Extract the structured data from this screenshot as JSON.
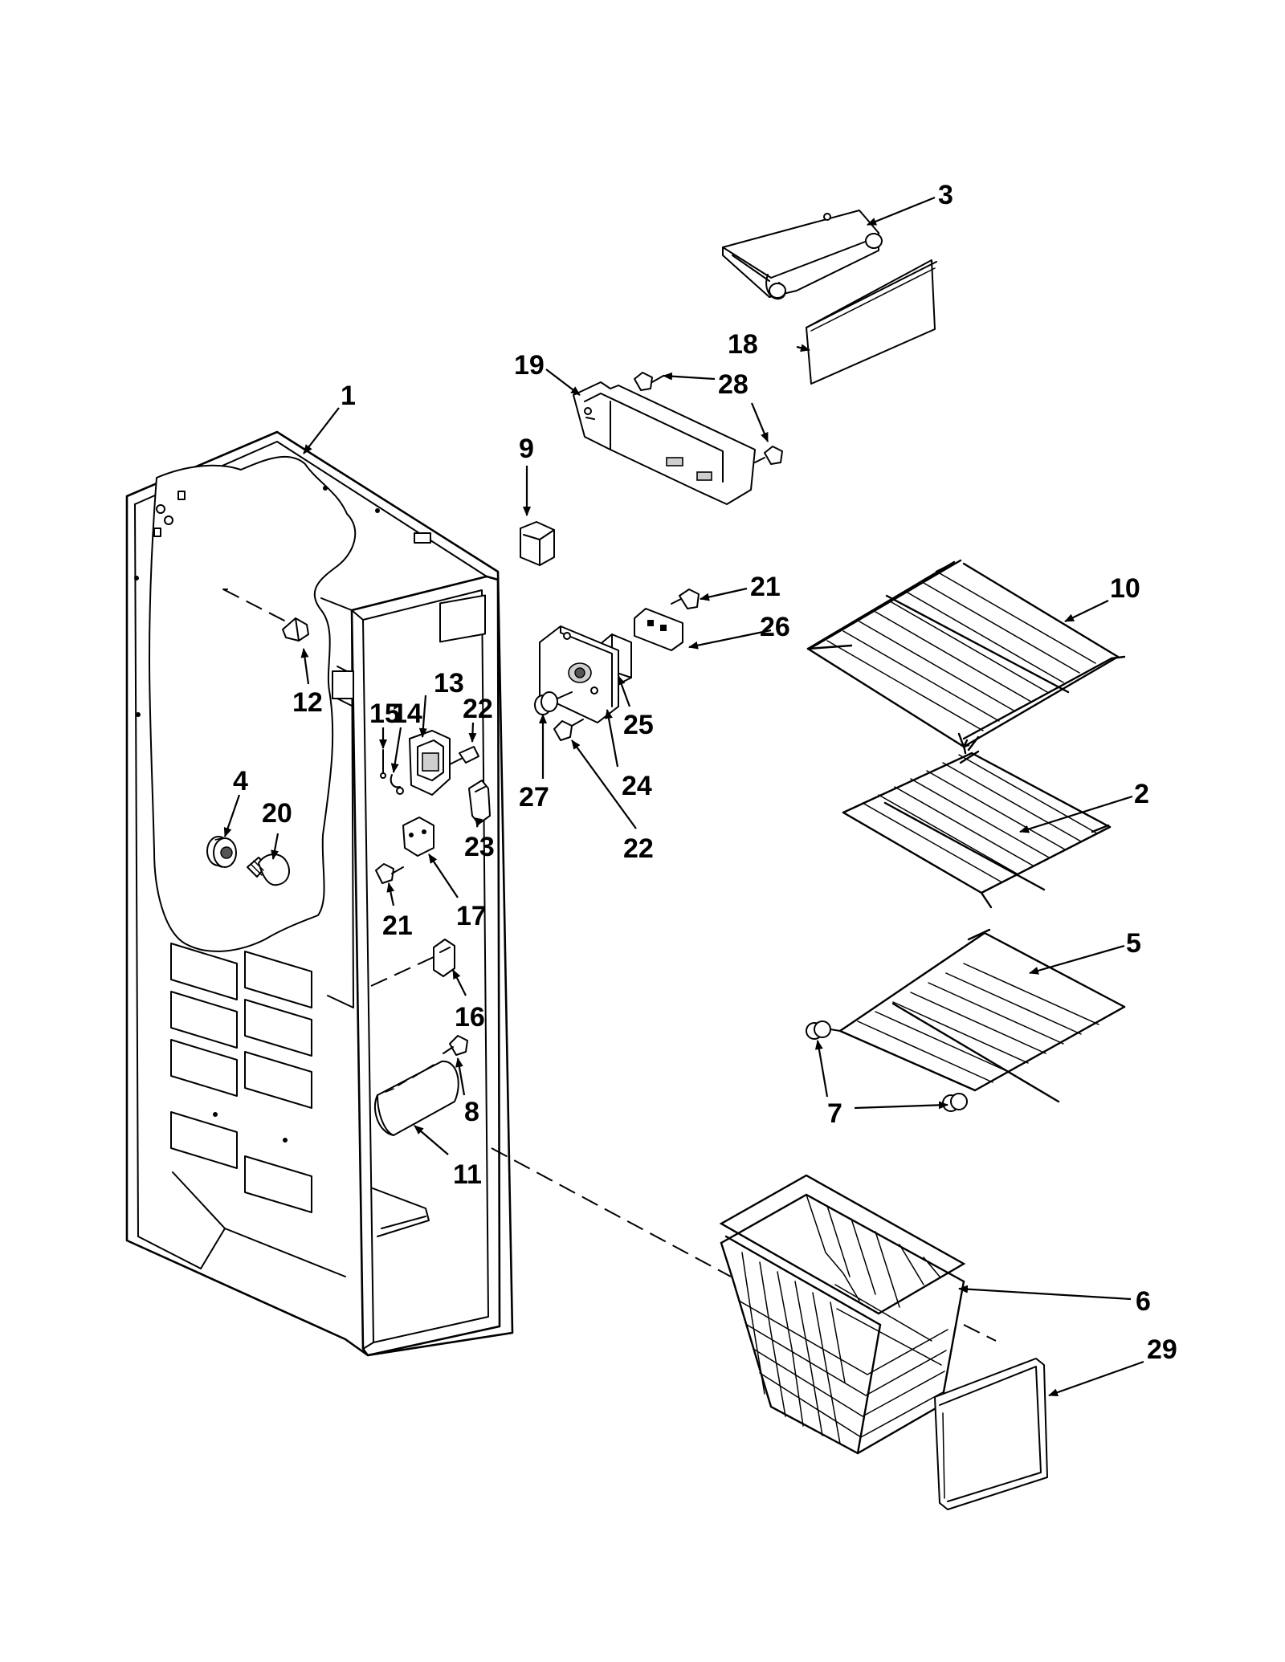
{
  "diagram": {
    "parts": [
      {
        "id": "1",
        "label": "1"
      },
      {
        "id": "2",
        "label": "2"
      },
      {
        "id": "3",
        "label": "3"
      },
      {
        "id": "4",
        "label": "4"
      },
      {
        "id": "5",
        "label": "5"
      },
      {
        "id": "6",
        "label": "6"
      },
      {
        "id": "7",
        "label": "7"
      },
      {
        "id": "8",
        "label": "8"
      },
      {
        "id": "9",
        "label": "9"
      },
      {
        "id": "10",
        "label": "10"
      },
      {
        "id": "11",
        "label": "11"
      },
      {
        "id": "12",
        "label": "12"
      },
      {
        "id": "13",
        "label": "13"
      },
      {
        "id": "14",
        "label": "14"
      },
      {
        "id": "15",
        "label": "15"
      },
      {
        "id": "16",
        "label": "16"
      },
      {
        "id": "17",
        "label": "17"
      },
      {
        "id": "18",
        "label": "18"
      },
      {
        "id": "19",
        "label": "19"
      },
      {
        "id": "20",
        "label": "20"
      },
      {
        "id": "21a",
        "label": "21"
      },
      {
        "id": "21b",
        "label": "21"
      },
      {
        "id": "22a",
        "label": "22"
      },
      {
        "id": "22b",
        "label": "22"
      },
      {
        "id": "23",
        "label": "23"
      },
      {
        "id": "24",
        "label": "24"
      },
      {
        "id": "25",
        "label": "25"
      },
      {
        "id": "26",
        "label": "26"
      },
      {
        "id": "27",
        "label": "27"
      },
      {
        "id": "28",
        "label": "28"
      },
      {
        "id": "29",
        "label": "29"
      }
    ]
  }
}
